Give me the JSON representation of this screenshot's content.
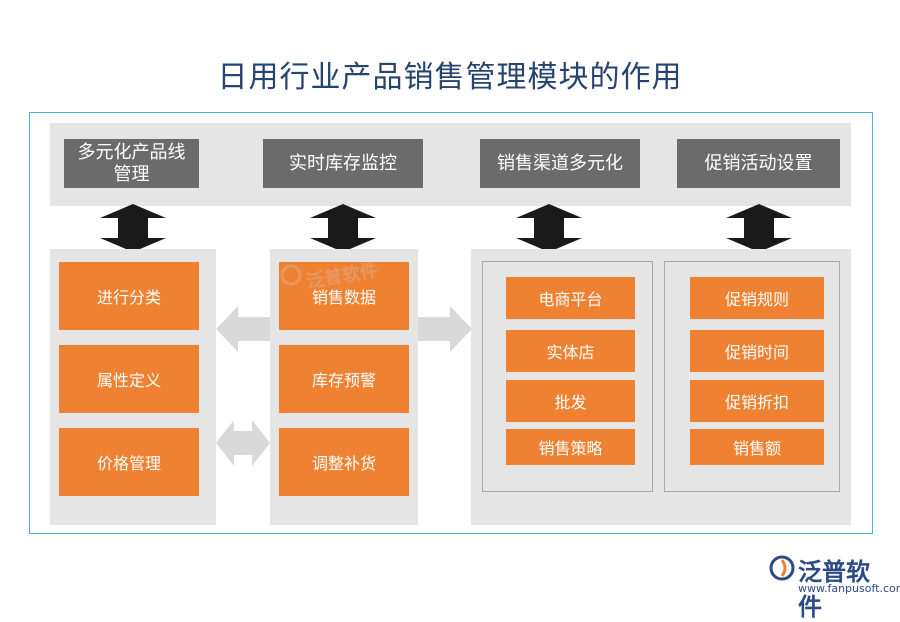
{
  "title": "日用行业产品销售管理模块的作用",
  "headers": [
    "多元化产品线管理",
    "实时库存监控",
    "销售渠道多元化",
    "促销活动设置"
  ],
  "header_lines": [
    "多元化产品线",
    "管理"
  ],
  "col1": [
    "进行分类",
    "属性定义",
    "价格管理"
  ],
  "col2": [
    "销售数据",
    "库存预警",
    "调整补货"
  ],
  "col3": [
    "电商平台",
    "实体店",
    "批发",
    "销售策略"
  ],
  "col4": [
    "促销规则",
    "促销时间",
    "促销折扣",
    "销售额"
  ],
  "watermark": "泛普软件",
  "logo": {
    "name": "泛普软件",
    "url": "www.fanpusoft.com"
  },
  "colors": {
    "orange": "#ee8232",
    "header": "#6b6b6b",
    "panel": "#e5e5e5",
    "frame": "#4ab3d6",
    "title": "#27436f",
    "arrow_dark": "#1a1a1a",
    "arrow_light": "#d9d9d9"
  }
}
